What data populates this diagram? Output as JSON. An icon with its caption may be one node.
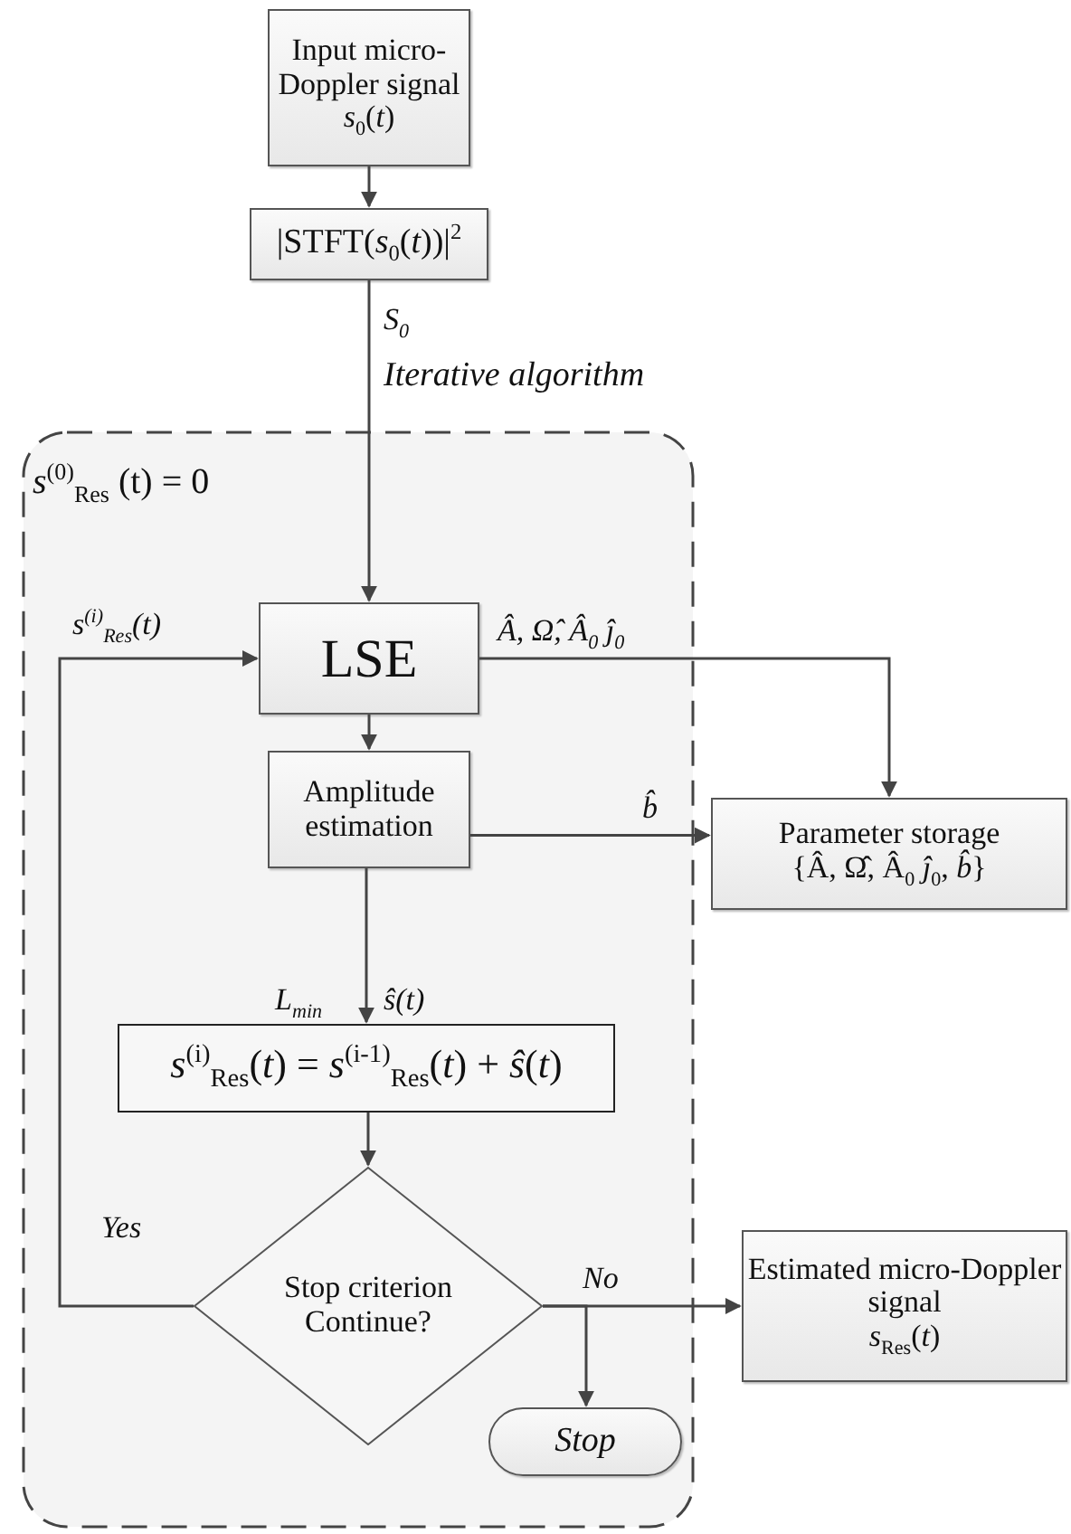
{
  "diagram": {
    "nodes": [
      {
        "text": [
          "Input micro-Doppler signal",
          "*s*$_{0}$(*t*)"
        ]
      },
      {
        "text": [
          "|STFT(*s*$_{0}$(*t*))|$^{2}$"
        ]
      },
      {
        "text": [
          "Iterative algorithm",
          "*s*$^{(0)}$$_{Res}$ (t) = 0"
        ]
      },
      {
        "text": [
          "LSE"
        ],
        "in": 2
      },
      {
        "text": [
          "Amplitude estimation"
        ],
        "in": 2
      },
      {
        "text": [
          "*s*$^{(i)}$$_{Res}$(*t*) = *s*$^{(i-1)}$$_{Res}$(*t*) + *ŝ*(*t*)"
        ],
        "in": 2
      },
      {
        "text": [
          "Stop criterion Continue?"
        ],
        "in": 2
      },
      {
        "text": [
          "Stop"
        ],
        "in": 2
      },
      {
        "text": [
          "Parameter storage",
          "{Â, Ω̂, Â$_{0}$ *ĵ*$_{0}$, *b̂*}"
        ]
      },
      {
        "text": [
          "Estimated micro-Doppler signal",
          "*s*$_{Res}$(*t*)"
        ]
      }
    ],
    "edges": [
      {
        "from": 0,
        "to": 1,
        "arrow": "to"
      },
      {
        "from": 1,
        "to": 3,
        "arrow": "to",
        "label": "S$_{0}$"
      },
      {
        "from": 3,
        "to": 4,
        "arrow": "to"
      },
      {
        "from": 3,
        "to": 8,
        "arrow": "to",
        "label": "Â, Ω̂, Â$_{0}$ ĵ$_{0}$"
      },
      {
        "from": 4,
        "to": 8,
        "arrow": "to",
        "label": "b̂"
      },
      {
        "from": 4,
        "to": 5,
        "arrow": "to",
        "label": "ŝ(t)"
      },
      {
        "from": 5,
        "to": 6,
        "arrow": "to"
      },
      {
        "from": 6,
        "to": 3,
        "arrow": "to",
        "label": "Yes"
      },
      {
        "from": 6,
        "to": 9,
        "arrow": "to",
        "label": "No"
      },
      {
        "from": 6,
        "to": 7,
        "arrow": "to"
      }
    ],
    "labels": [
      "L$_{min}$",
      "s$^{(i)}$$_{Res}$(t)"
    ]
  }
}
